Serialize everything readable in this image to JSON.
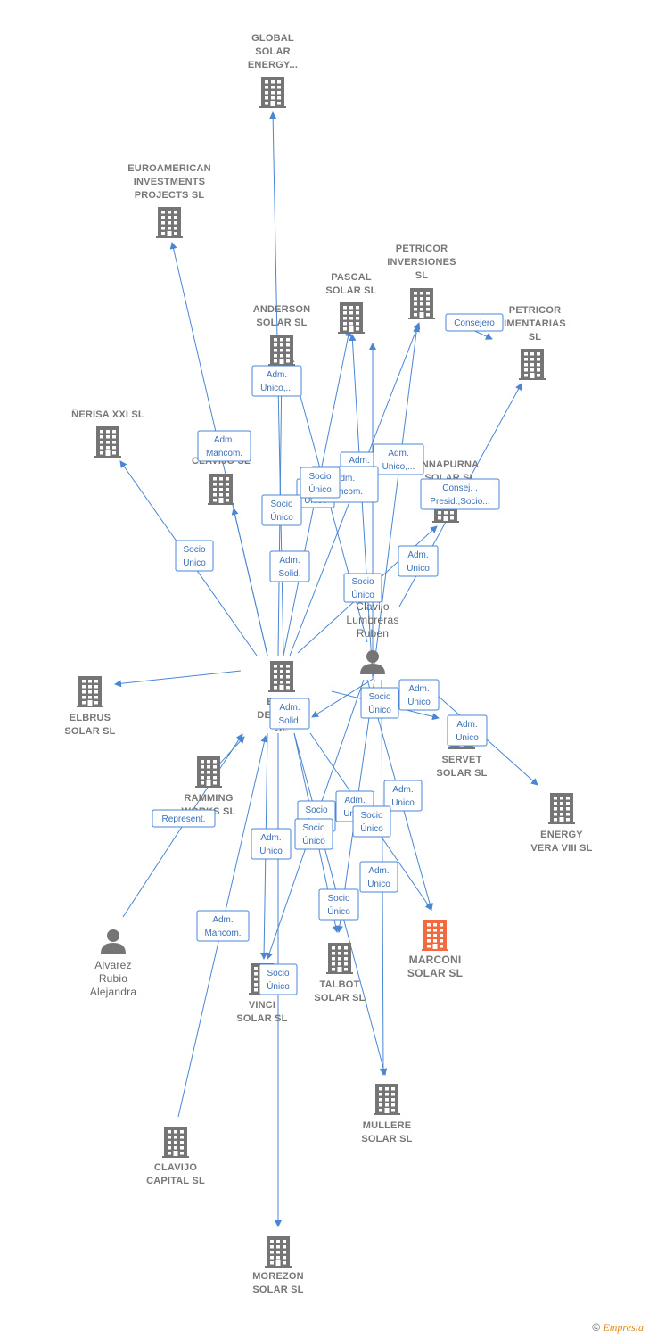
{
  "colors": {
    "edge": "#4a86d4",
    "company": "#757575",
    "focus": "#f26a3d",
    "label": "#777777"
  },
  "nodes": [
    {
      "id": "global",
      "type": "company",
      "lines": [
        "GLOBAL",
        "SOLAR",
        "ENERGY..."
      ]
    },
    {
      "id": "euro",
      "type": "company",
      "lines": [
        "EUROAMERICAN",
        "INVESTMENTS",
        "PROJECTS  SL"
      ]
    },
    {
      "id": "petricor_inv",
      "type": "company",
      "lines": [
        "PETRICOR",
        "INVERSIONES",
        "SL"
      ]
    },
    {
      "id": "pascal",
      "type": "company",
      "lines": [
        "PASCAL",
        "SOLAR  SL"
      ]
    },
    {
      "id": "anderson",
      "type": "company",
      "lines": [
        "ANDERSON",
        "SOLAR  SL"
      ]
    },
    {
      "id": "petricor_alim",
      "type": "company",
      "lines": [
        "PETRICOR",
        "IMENTARIAS",
        "SL"
      ]
    },
    {
      "id": "nerisa",
      "type": "company",
      "lines": [
        "ÑERISA XXI  SL"
      ]
    },
    {
      "id": "clavijo_sl",
      "type": "company",
      "lines": [
        "IN",
        "CLAVIJO  SL"
      ]
    },
    {
      "id": "annapurna",
      "type": "company",
      "lines": [
        "NNAPURNA",
        "SOLAR  SL"
      ]
    },
    {
      "id": "clavijo_ruben",
      "type": "person",
      "lines": [
        "Clavijo",
        "Lumbreras",
        "Ruben"
      ]
    },
    {
      "id": "energy_dev",
      "type": "company",
      "lines": [
        "ENE        L",
        "DEVEL        TS",
        "SL"
      ]
    },
    {
      "id": "elbrus",
      "type": "company",
      "lines": [
        "ELBRUS",
        "SOLAR  SL"
      ]
    },
    {
      "id": "servet",
      "type": "company",
      "lines": [
        "SERVET",
        "SOLAR  SL"
      ]
    },
    {
      "id": "energy_vera",
      "type": "company",
      "lines": [
        "ENERGY",
        "VERA VIII  SL"
      ]
    },
    {
      "id": "ramming",
      "type": "company",
      "lines": [
        "RAMMING",
        "WORKS  SL"
      ]
    },
    {
      "id": "alvarez",
      "type": "person",
      "lines": [
        "Alvarez",
        "Rubio",
        "Alejandra"
      ]
    },
    {
      "id": "marconi",
      "type": "focus",
      "lines": [
        "MARCONI",
        "SOLAR  SL"
      ]
    },
    {
      "id": "talbot",
      "type": "company",
      "lines": [
        "TALBOT",
        "SOLAR  SL"
      ]
    },
    {
      "id": "vinci",
      "type": "company",
      "lines": [
        "VINCI",
        "SOLAR  SL"
      ]
    },
    {
      "id": "mullere",
      "type": "company",
      "lines": [
        "MULLERE",
        "SOLAR  SL"
      ]
    },
    {
      "id": "clavijo_capital",
      "type": "company",
      "lines": [
        "CLAVIJO",
        "CAPITAL  SL"
      ]
    },
    {
      "id": "morezon",
      "type": "company",
      "lines": [
        "MOREZON",
        "SOLAR  SL"
      ]
    }
  ],
  "edge_labels": [
    [
      "Consejero"
    ],
    [
      "Adm.",
      "Unico,..."
    ],
    [
      "Adm.",
      "Mancom."
    ],
    [
      "Adm.",
      "Unico"
    ],
    [
      "Adm.",
      "Unico,..."
    ],
    [
      "Adm.",
      "Unico"
    ],
    [
      "Adm.",
      "Mancom."
    ],
    [
      "Consej. ,",
      "Presid.,Socio..."
    ],
    [
      "Socio",
      "Único"
    ],
    [
      "Socio",
      "Único"
    ],
    [
      "Adm.",
      "Solid."
    ],
    [
      "Adm.",
      "Unico"
    ],
    [
      "Socio",
      "Único"
    ],
    [
      "Socio",
      "Único"
    ],
    [
      "Adm.",
      "Unico"
    ],
    [
      "Socio",
      "Único"
    ],
    [
      "Adm.",
      "Solid."
    ],
    [
      "Adm.",
      "Unico"
    ],
    [
      "Represent."
    ],
    [
      "Adm.",
      "Unico"
    ],
    [
      "Adm.",
      "Unico"
    ],
    [
      "Socio",
      "Único"
    ],
    [
      "Socio",
      "Único"
    ],
    [
      "Adm.",
      "Unico"
    ],
    [
      "Adm.",
      "Unico"
    ],
    [
      "Socio",
      "Único"
    ],
    [
      "Socio",
      "Único"
    ],
    [
      "Adm.",
      "Mancom."
    ],
    [
      "Socio",
      "Único"
    ]
  ],
  "footer": {
    "copyright": "©",
    "brand": "Empresia"
  }
}
